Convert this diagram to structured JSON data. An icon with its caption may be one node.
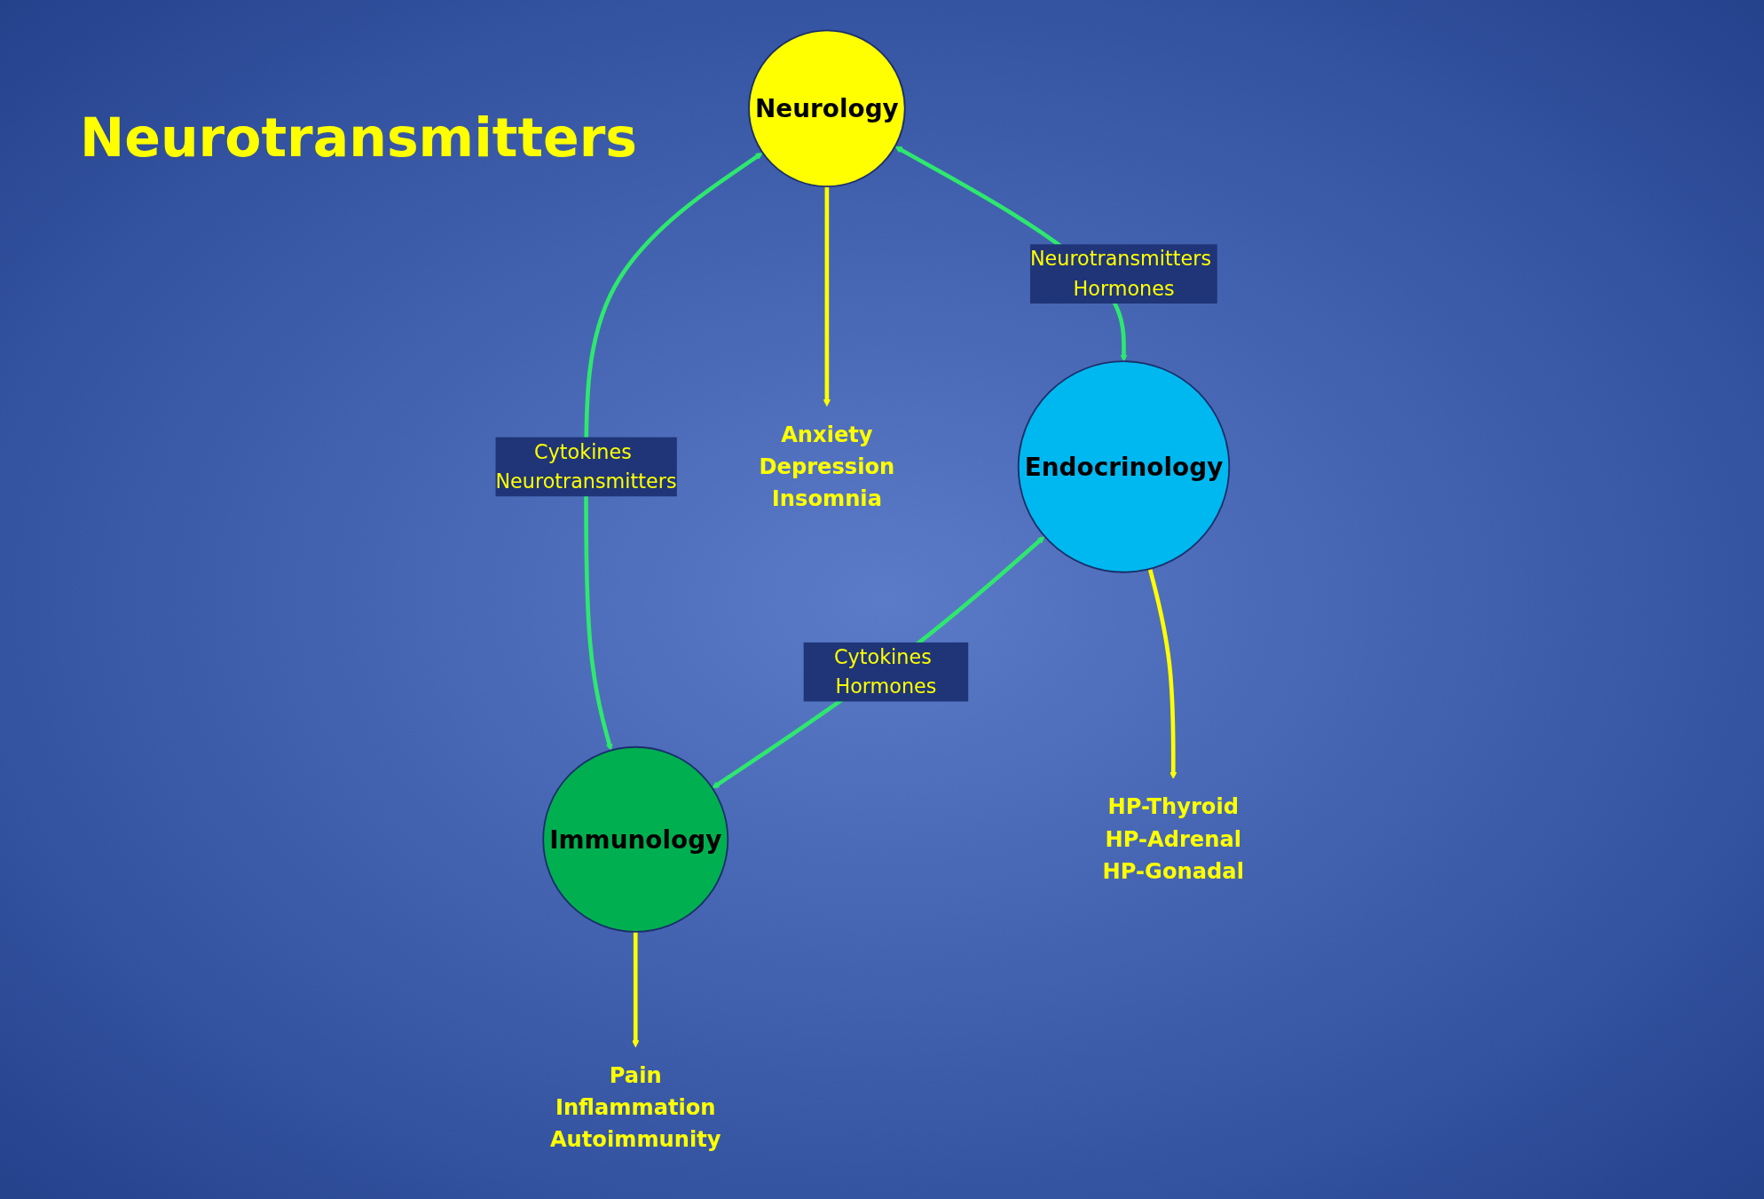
{
  "diagram": {
    "nodes": [
      {
        "text": [
          "Neurology"
        ]
      },
      {
        "text": [
          "Endocrinology"
        ]
      },
      {
        "text": [
          "Immunology"
        ]
      },
      {
        "text": [
          "Anxiety",
          "Depression",
          "Insomnia"
        ]
      },
      {
        "text": [
          "HP-Thyroid",
          "HP-Adrenal",
          "HP-Gonadal"
        ]
      },
      {
        "text": [
          "Pain",
          "Inflammation",
          "Autoimmunity"
        ]
      }
    ],
    "edges": [
      {
        "from": 0,
        "to": 3,
        "arrow": "to",
        "color": "#ffff00"
      },
      {
        "from": 0,
        "to": 1,
        "arrow": "both",
        "label": "Neurotransmitters Hormones",
        "color": "#2ee86e"
      },
      {
        "from": 0,
        "to": 2,
        "arrow": "both",
        "label": "Cytokines Neurotransmitters",
        "color": "#2ee86e"
      },
      {
        "from": 1,
        "to": 4,
        "arrow": "to",
        "color": "#ffff00"
      },
      {
        "from": 1,
        "to": 2,
        "arrow": "both",
        "label": "Cytokines Hormones",
        "color": "#2ee86e"
      },
      {
        "from": 2,
        "to": 5,
        "arrow": "to",
        "color": "#ffff00"
      }
    ],
    "labels": [
      "Neurotransmitters"
    ]
  }
}
